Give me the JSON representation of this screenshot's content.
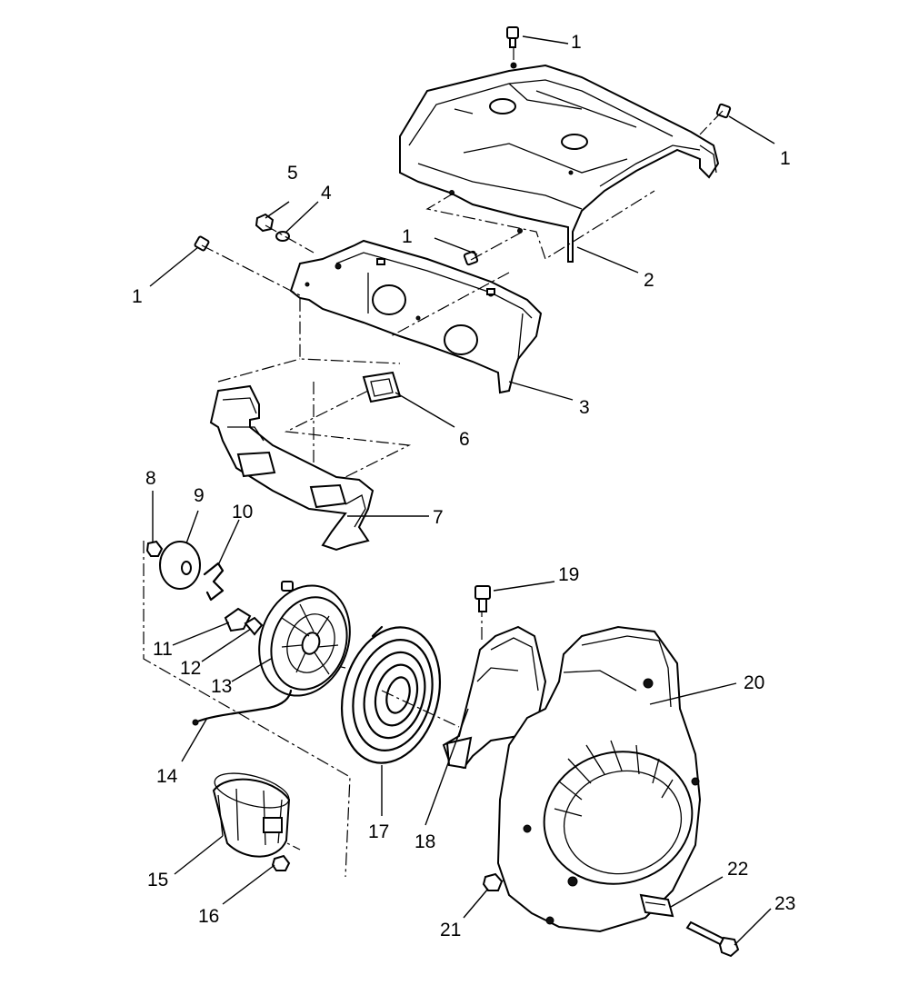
{
  "callouts": [
    {
      "id": "c1a",
      "label": "1"
    },
    {
      "id": "c1b",
      "label": "1"
    },
    {
      "id": "c1c",
      "label": "1"
    },
    {
      "id": "c1d",
      "label": "1"
    },
    {
      "id": "c2",
      "label": "2"
    },
    {
      "id": "c3",
      "label": "3"
    },
    {
      "id": "c4",
      "label": "4"
    },
    {
      "id": "c5",
      "label": "5"
    },
    {
      "id": "c6",
      "label": "6"
    },
    {
      "id": "c7",
      "label": "7"
    },
    {
      "id": "c8",
      "label": "8"
    },
    {
      "id": "c9",
      "label": "9"
    },
    {
      "id": "c10",
      "label": "10"
    },
    {
      "id": "c11",
      "label": "11"
    },
    {
      "id": "c12",
      "label": "12"
    },
    {
      "id": "c13",
      "label": "13"
    },
    {
      "id": "c14",
      "label": "14"
    },
    {
      "id": "c15",
      "label": "15"
    },
    {
      "id": "c16",
      "label": "16"
    },
    {
      "id": "c17",
      "label": "17"
    },
    {
      "id": "c18",
      "label": "18"
    },
    {
      "id": "c19",
      "label": "19"
    },
    {
      "id": "c20",
      "label": "20"
    },
    {
      "id": "c21",
      "label": "21"
    },
    {
      "id": "c22",
      "label": "22"
    },
    {
      "id": "c23",
      "label": "23"
    }
  ]
}
